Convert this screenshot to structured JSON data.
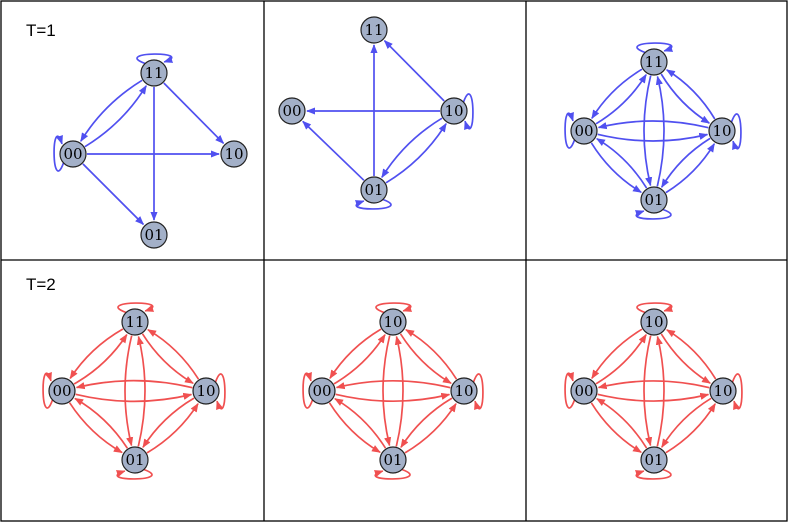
{
  "colors": {
    "row1_edge": "#5050f0",
    "row2_edge": "#f05050",
    "node_fill": "#a3b0c8"
  },
  "cells": [
    {
      "label": "T=1",
      "color": "blue",
      "nodes": [
        {
          "id": "11",
          "label": "11"
        },
        {
          "id": "00",
          "label": "00"
        },
        {
          "id": "10",
          "label": "10"
        },
        {
          "id": "01",
          "label": "01"
        }
      ],
      "edges": [
        [
          "11",
          "11"
        ],
        [
          "00",
          "00"
        ],
        [
          "11",
          "00"
        ],
        [
          "00",
          "11"
        ],
        [
          "11",
          "10"
        ],
        [
          "11",
          "01"
        ],
        [
          "00",
          "10"
        ],
        [
          "00",
          "01"
        ]
      ]
    },
    {
      "label": "",
      "color": "blue",
      "nodes": [
        {
          "id": "11",
          "label": "11"
        },
        {
          "id": "00",
          "label": "00"
        },
        {
          "id": "10",
          "label": "10"
        },
        {
          "id": "01",
          "label": "01"
        }
      ],
      "edges": [
        [
          "10",
          "11"
        ],
        [
          "10",
          "00"
        ],
        [
          "10",
          "10"
        ],
        [
          "01",
          "11"
        ],
        [
          "01",
          "00"
        ],
        [
          "01",
          "10"
        ],
        [
          "10",
          "01"
        ],
        [
          "01",
          "01"
        ]
      ]
    },
    {
      "label": "",
      "color": "blue",
      "nodes": [
        {
          "id": "11",
          "label": "11"
        },
        {
          "id": "00",
          "label": "00"
        },
        {
          "id": "10",
          "label": "10"
        },
        {
          "id": "01",
          "label": "01"
        }
      ],
      "edges": "complete"
    },
    {
      "label": "T=2",
      "color": "red",
      "nodes": [
        {
          "id": "11",
          "label": "11"
        },
        {
          "id": "00",
          "label": "00"
        },
        {
          "id": "10",
          "label": "10"
        },
        {
          "id": "01",
          "label": "01"
        }
      ],
      "edges": "complete"
    },
    {
      "label": "",
      "color": "red",
      "nodes": [
        {
          "id": "11",
          "label": "10"
        },
        {
          "id": "00",
          "label": "00"
        },
        {
          "id": "10",
          "label": "10"
        },
        {
          "id": "01",
          "label": "01"
        }
      ],
      "edges": "complete"
    },
    {
      "label": "",
      "color": "red",
      "nodes": [
        {
          "id": "11",
          "label": "10"
        },
        {
          "id": "00",
          "label": "00"
        },
        {
          "id": "10",
          "label": "10"
        },
        {
          "id": "01",
          "label": "01"
        }
      ],
      "edges": "complete"
    }
  ]
}
